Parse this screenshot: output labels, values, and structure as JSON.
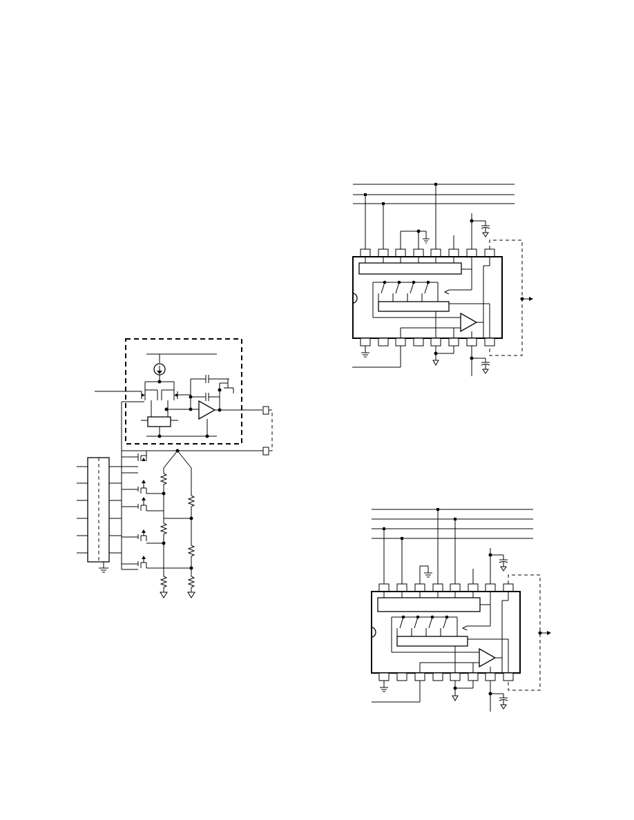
{
  "page": {
    "background": "#ffffff",
    "ink": "#000000"
  },
  "figures": [
    {
      "name": "circuit-reference-amplifier-with-resistor-ladder",
      "text": []
    },
    {
      "name": "chip-16-pin-connection-diagram-upper",
      "text": []
    },
    {
      "name": "chip-16-pin-connection-diagram-lower",
      "text": []
    }
  ]
}
